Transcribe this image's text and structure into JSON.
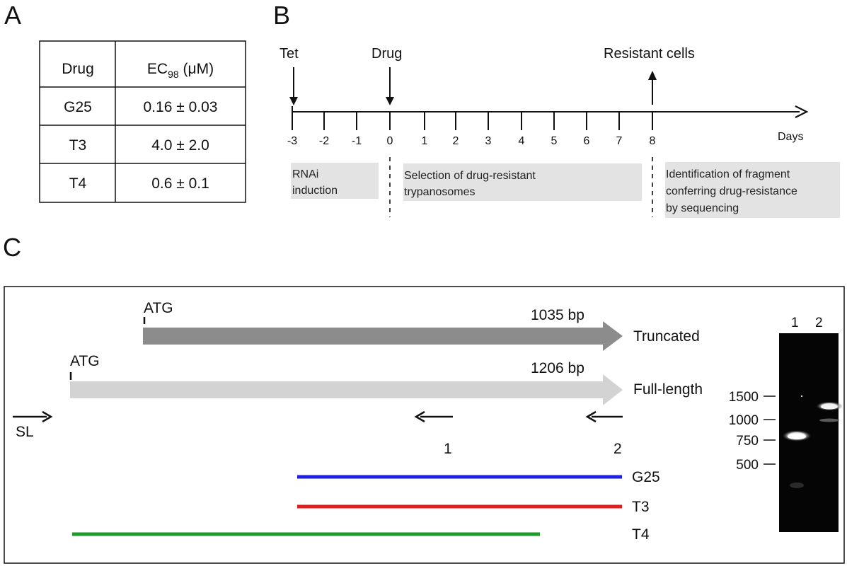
{
  "panels": {
    "a": {
      "letter": "A",
      "table": {
        "header_drug": "Drug",
        "header_ec_main": "EC",
        "header_ec_sub": "98",
        "header_ec_unit": "(μM)",
        "rows": [
          {
            "drug": "G25",
            "ec98": "0.16 ± 0.03"
          },
          {
            "drug": "T3",
            "ec98": "4.0 ± 2.0"
          },
          {
            "drug": "T4",
            "ec98": "0.6 ± 0.1"
          }
        ]
      }
    },
    "b": {
      "letter": "B",
      "tet_label": "Tet",
      "drug_label": "Drug",
      "resistant_label": "Resistant cells",
      "axis_label": "Days",
      "day_labels": [
        "-3",
        "-2",
        "-1",
        "0",
        "1",
        "2",
        "3",
        "4",
        "5",
        "6",
        "7",
        "8"
      ],
      "phases": [
        {
          "lines": [
            "RNAi",
            "induction"
          ]
        },
        {
          "lines": [
            "Selection of drug-resistant",
            "trypanosomes"
          ]
        },
        {
          "lines": [
            "Identification of fragment",
            "conferring drug-resistance",
            "by sequencing"
          ]
        }
      ]
    },
    "c": {
      "letter": "C",
      "truncated": {
        "start_label": "ATG",
        "size_label": "1035 bp",
        "name": "Truncated",
        "color": "#8c8c8c"
      },
      "full_length": {
        "start_label": "ATG",
        "size_label": "1206 bp",
        "name": "Full-length",
        "color": "#d3d3d3"
      },
      "primers": {
        "sl": "SL",
        "p1": "1",
        "p2": "2"
      },
      "fragments": [
        {
          "name": "G25",
          "color": "#1f1fe0"
        },
        {
          "name": "T3",
          "color": "#e01f1f"
        },
        {
          "name": "T4",
          "color": "#1c9a2a"
        }
      ],
      "gel": {
        "lane_labels": [
          "1",
          "2"
        ],
        "markers": [
          "1500",
          "1000",
          "750",
          "500"
        ]
      }
    }
  }
}
